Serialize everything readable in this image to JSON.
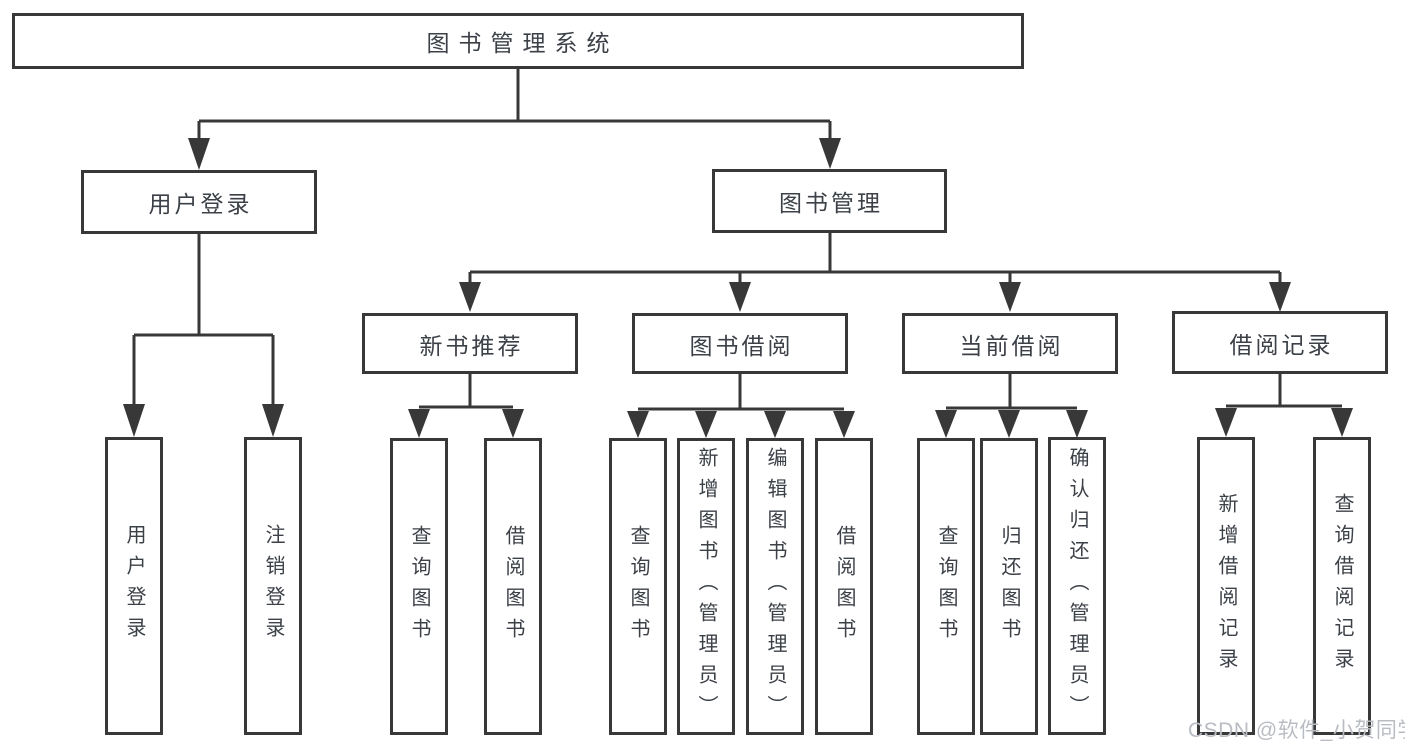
{
  "tree": {
    "root": {
      "label": "图书管理系统"
    },
    "level2": [
      {
        "label": "用户登录",
        "children": [
          {
            "label": "用户登录"
          },
          {
            "label": "注销登录"
          }
        ]
      },
      {
        "label": "图书管理",
        "children": [
          {
            "label": "新书推荐",
            "children": [
              {
                "label": "查询图书"
              },
              {
                "label": "借阅图书"
              }
            ]
          },
          {
            "label": "图书借阅",
            "children": [
              {
                "label": "查询图书"
              },
              {
                "label": "新增图书（管理员）"
              },
              {
                "label": "编辑图书（管理员）"
              },
              {
                "label": "借阅图书"
              }
            ]
          },
          {
            "label": "当前借阅",
            "children": [
              {
                "label": "查询图书"
              },
              {
                "label": "归还图书"
              },
              {
                "label": "确认归还（管理员）"
              }
            ]
          },
          {
            "label": "借阅记录",
            "children": [
              {
                "label": "新增借阅记录"
              },
              {
                "label": "查询借阅记录"
              }
            ]
          }
        ]
      }
    ]
  },
  "watermark": {
    "text": "CSDN @软件_小贺同学"
  },
  "colors": {
    "box-border": "#383838",
    "connector": "#383838",
    "node-text": "#3c4148",
    "watermark-text": "#b9bdc3",
    "background": "#ffffff"
  }
}
